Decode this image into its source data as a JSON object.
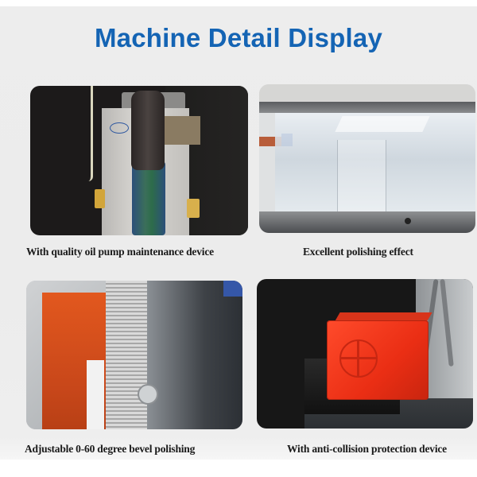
{
  "header": {
    "title": "Machine Detail Display",
    "title_color": "#1464b4"
  },
  "panels": [
    {
      "id": "oil-pump",
      "caption": "With quality oil pump maintenance device",
      "image_subject": "oil pump lubricator mounted on machine"
    },
    {
      "id": "polishing",
      "caption": "Excellent polishing effect",
      "image_subject": "polished clear acrylic block on machine bed"
    },
    {
      "id": "bevel",
      "caption": "Adjustable 0-60 degree bevel polishing",
      "image_subject": "angle scale and belt with orange acrylic piece"
    },
    {
      "id": "anti-collision",
      "caption": "With anti-collision protection device",
      "image_subject": "red proximity sensor"
    }
  ],
  "colors": {
    "background": "#ececec",
    "caption_text": "#1a1a1a"
  }
}
